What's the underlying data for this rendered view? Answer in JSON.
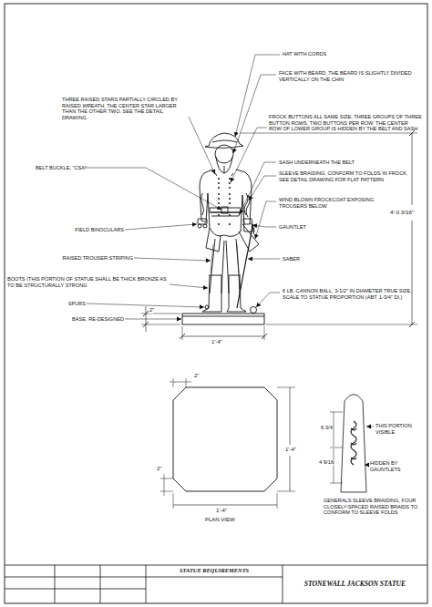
{
  "diagram": {
    "labels": [
      "HAT WITH CORDS",
      "FACE WITH BEARD, THE BEARD IS SLIGHTLY DIVIDED VERTICALLY ON THE CHIN",
      "THREE RAISED STARS PARTIALLY CIRCLED BY RAISED WREATH, THE CENTER STAR LARGER THAN THE OTHER TWO.  SEE THE DETAIL DRAWING.",
      "FROCK BUTTONS ALL SAME SIZE, THREE GROUPS OF THREE BUTTON ROWS, TWO BUTTONS PER ROW, THE CENTER ROW OF LOWER GROUP IS HIDDEN BY THE BELT AND SASH",
      "BELT BUCKLE, \"CSA\"",
      "SASH UNDERNEATH THE BELT",
      "SLEEVE BRAIDING, CONFORM TO FOLDS IN FROCK, SEE DETAIL DRAWING FOR FLAT PATTERN",
      "WIND-BLOWN FROCKCOAT EXPOSING TROUSERS BELOW",
      "GAUNTLET",
      "FIELD BINOCULARS",
      "SABER",
      "RAISED TROUSER STRIPING",
      "4'-0 3/16\"",
      "BOOTS (THIS PORTION OF STATUE SHALL BE THICK BRONZE AS TO BE STRUCTURALLY STRONG",
      "SPURS",
      "BASE, RE-DESIGNED",
      "6 LB. CANNON BALL, 3-1/2\" IN DIAMETER TRUE SIZE, SCALE TO STATUE PROPORTION (ABT. 1-3/4\" DI.)",
      "2\"",
      "1'-4\"",
      "2\"",
      "1'-4\"",
      "2\"",
      "1'-4\"",
      "PLAN VIEW",
      "6 3/4",
      "4 9/16",
      "THIS PORTION VISIBLE",
      "HIDDEN BY GAUNTLETS",
      "GENERALS SLEEVE BRAIDING, FOUR CLOSELY-SPACED RAISED BRAIDS TO CONFORM TO SLEEVE FOLDS",
      "STATUE REQUIREMENTS",
      "STONEWALL JACKSON STATUE"
    ]
  }
}
